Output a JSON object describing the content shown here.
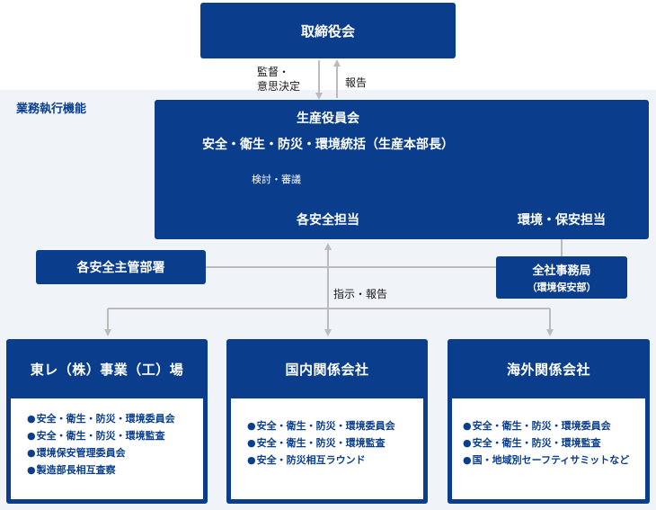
{
  "top": {
    "board": "取締役会"
  },
  "arrows": {
    "supervise_line1": "監督・",
    "supervise_line2": "意思決定",
    "report": "報告"
  },
  "section_label": "業務執行機能",
  "production": {
    "title": "生産役員会",
    "subtitle": "安全・衛生・防災・環境統括（生産本部長）",
    "review": "検討・審議",
    "safety": "各安全担当",
    "env": "環境・保安担当"
  },
  "safety_dept": "各安全主管部署",
  "secretariat": {
    "line1": "全社事務局",
    "line2": "（環境保安部）"
  },
  "instruction": "指示・報告",
  "companies": [
    {
      "title": "東レ（株）事業（工）場",
      "items": [
        "安全・衛生・防災・環境委員会",
        "安全・衛生・防災・環境監査",
        "環境保安管理委員会",
        "製造部長相互査察"
      ]
    },
    {
      "title": "国内関係会社",
      "items": [
        "安全・衛生・防災・環境委員会",
        "安全・衛生・防災・環境監査",
        "安全・防災相互ラウンド"
      ]
    },
    {
      "title": "海外関係会社",
      "items": [
        "安全・衛生・防災・環境委員会",
        "安全・衛生・防災・環境監査",
        "国・地域別セーフティサミットなど"
      ]
    }
  ]
}
